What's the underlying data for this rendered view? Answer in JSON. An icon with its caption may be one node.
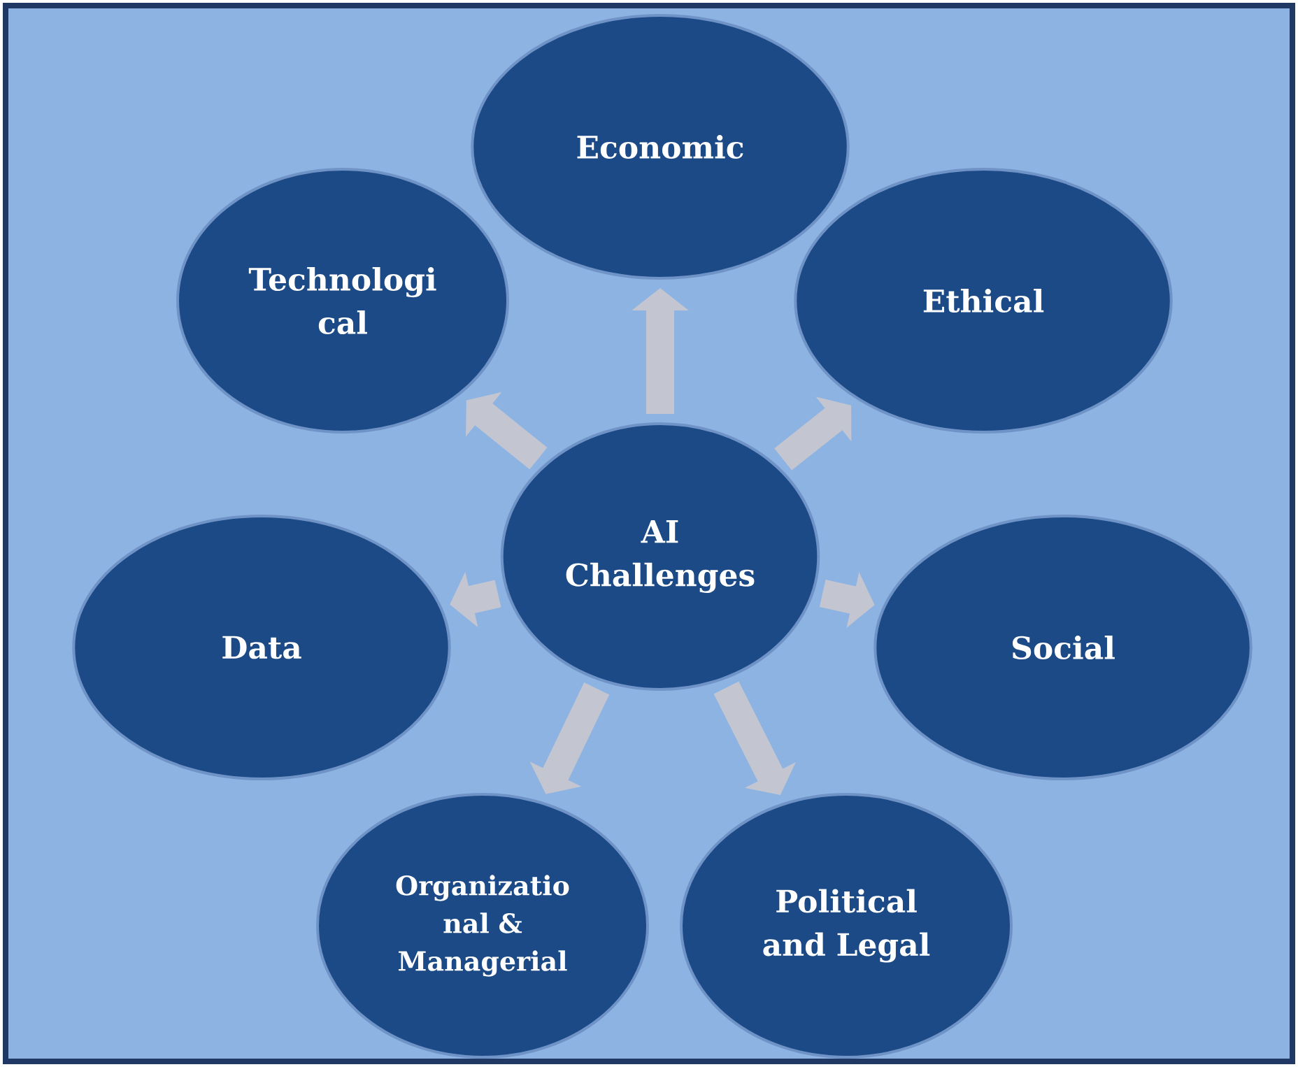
{
  "diagram": {
    "nodes": [
      {
        "text": [
          "AI Challenges"
        ]
      },
      {
        "text": [
          "Economic"
        ]
      },
      {
        "text": [
          "Ethical"
        ]
      },
      {
        "text": [
          "Social"
        ]
      },
      {
        "text": [
          "Political and Legal"
        ]
      },
      {
        "text": [
          "Organizatio nal & Managerial"
        ]
      },
      {
        "text": [
          "Data"
        ]
      },
      {
        "text": [
          "Technologi cal"
        ]
      }
    ],
    "edges": [
      {
        "from": 0,
        "to": 1,
        "arrow": "to"
      },
      {
        "from": 0,
        "to": 2,
        "arrow": "to"
      },
      {
        "from": 0,
        "to": 3,
        "arrow": "to"
      },
      {
        "from": 0,
        "to": 4,
        "arrow": "to"
      },
      {
        "from": 0,
        "to": 5,
        "arrow": "to"
      },
      {
        "from": 0,
        "to": 6,
        "arrow": "to"
      },
      {
        "from": 0,
        "to": 7,
        "arrow": "to"
      }
    ]
  }
}
